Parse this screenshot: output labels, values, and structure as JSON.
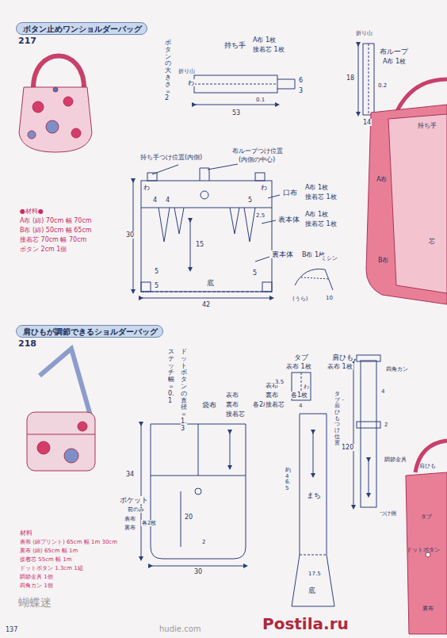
{
  "diagram": {
    "nodes": [
      {
        "text": [
          "ボタン止めワンショルダーバッグ"
        ]
      },
      {
        "text": [
          "肩ひもが調節できるショルダーバッグ"
        ]
      }
    ],
    "labels": [
      "217",
      "ボタンの大きさ＝2",
      "持ち手",
      "A布 1枚",
      "接着芯 1枚",
      "折り山",
      "わ",
      "53",
      "0.1",
      "6",
      "3",
      "折り山",
      "布ループ",
      "A布 1枚",
      "18",
      "0.2",
      "14",
      "持ち手つけ位置(内側)",
      "布ループつけ位置",
      "(内側の中心)",
      "わ",
      "わ",
      "4",
      "4",
      "口布",
      "A布 1枚",
      "接着芯 1枚",
      "5",
      "2.5",
      "15",
      "表本体",
      "A布 1枚",
      "接着芯 1枚",
      "裏本体",
      "B布 1枚",
      "30",
      "5",
      "5",
      "底",
      "5",
      "42",
      "ミシン",
      "(うら)",
      "10",
      "●材料●",
      "A布 (綿) 70cm 幅 70cm",
      "B布 (綿) 50cm 幅 65cm",
      "接着芯 70cm 幅 70cm",
      "ボタン 2cm 1個",
      "持ち手",
      "A布",
      "芯",
      "B布",
      "218",
      "ステッチ幅＝0.1",
      "ドットボタンの直径＝1.3",
      "袋布",
      "表布",
      "裏布",
      "接着芯",
      "各2枚",
      "表布",
      "裏布",
      "接着芯",
      "各1枚",
      "タブ",
      "表布 1枚",
      "わ",
      "3.5",
      "4",
      "肩ひも",
      "表布 1枚",
      "四角カン",
      "4",
      "120",
      "2",
      "調節金具",
      "つけ側",
      "タブ・肩ひもつけ位置",
      "まち",
      "約46.5",
      "17.5",
      "底",
      "34",
      "ポケット",
      "前のみ",
      "表布",
      "裏布",
      "各2枚",
      "20",
      "2",
      "30",
      "材料",
      "表布 (綿プリント) 65cm 幅 1m 30cm",
      "裏布 (綿) 65cm 幅 1m",
      "接着芯 55cm 幅 1m",
      "ドットボタン 1.3cm 1組",
      "調節金具 1個",
      "四角カン 1個",
      "肩ひも",
      "タブ",
      "ドットボタン",
      "裏布",
      "137",
      "hudie.com",
      "蝴蝶迷",
      "Postila.ru"
    ]
  }
}
